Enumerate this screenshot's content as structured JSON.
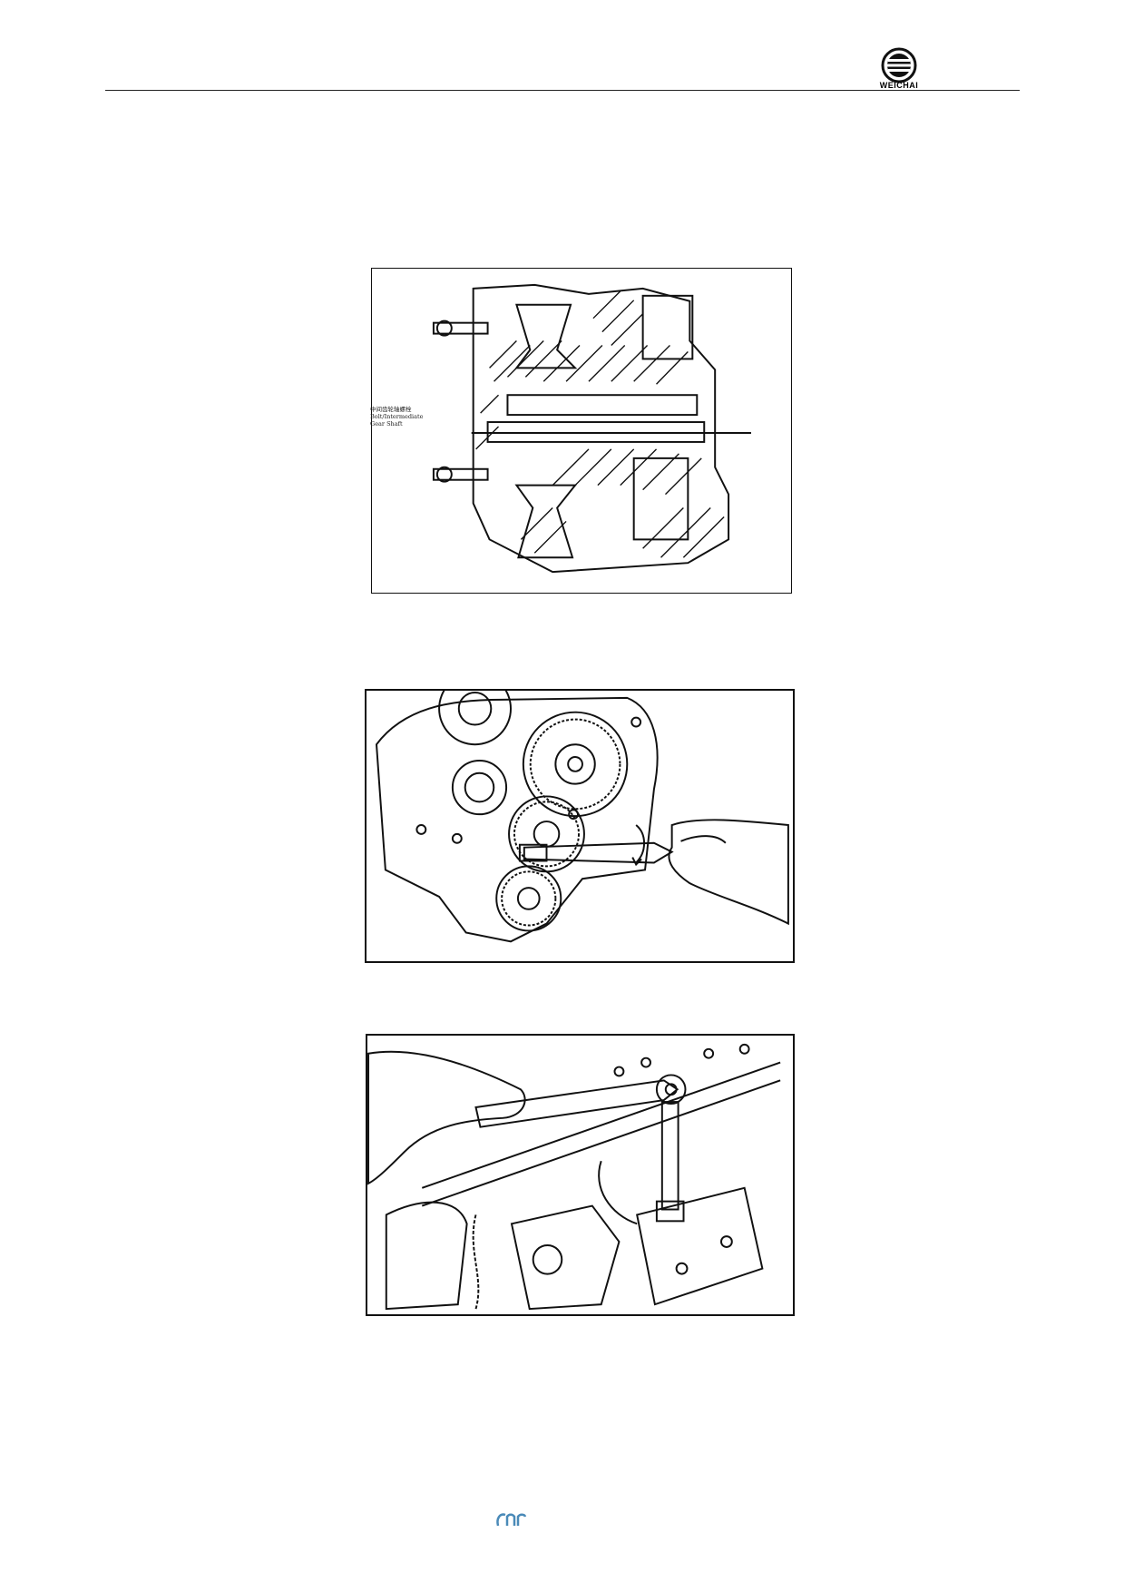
{
  "header": {
    "brand": "WEICHAI"
  },
  "figure1": {
    "callout_cn": "中间齿轮轴螺栓",
    "callout_en_1": "Bolt/Intermediate",
    "callout_en_2": "Gear Shaft"
  }
}
